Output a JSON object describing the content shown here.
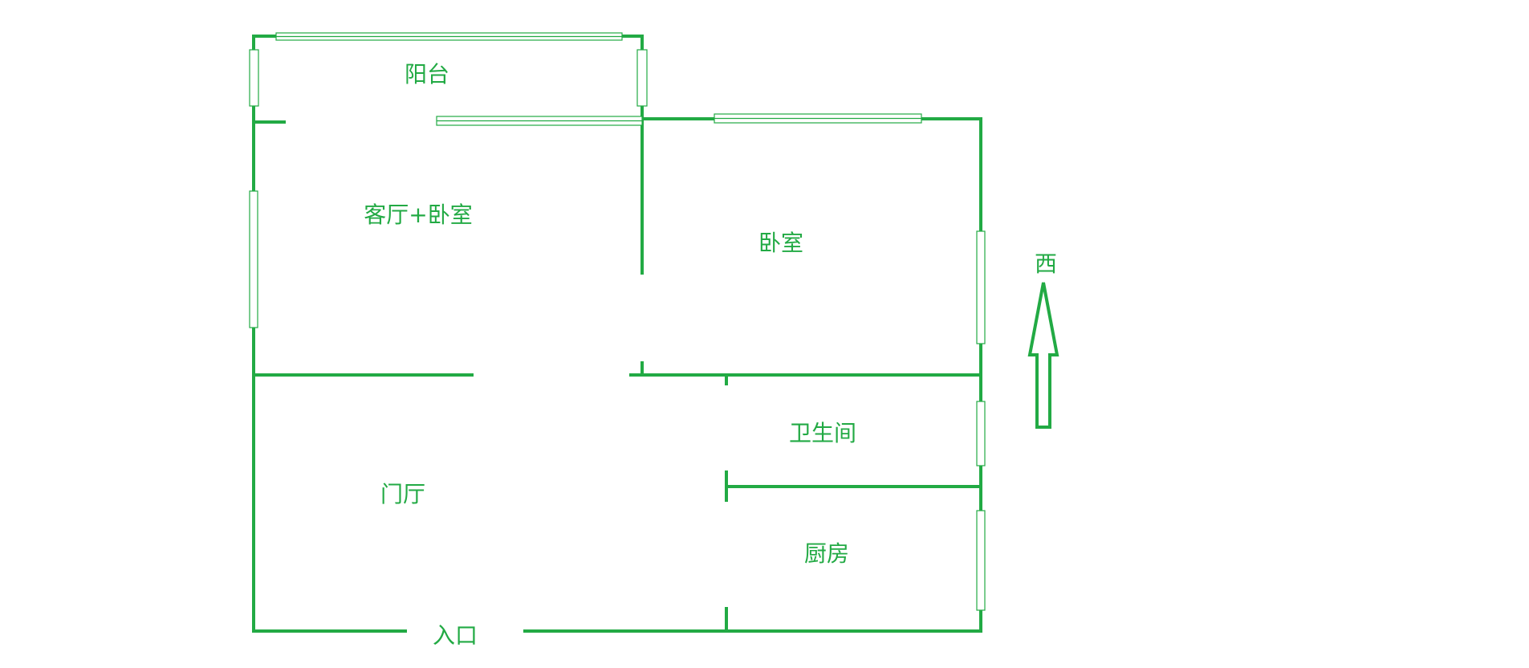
{
  "colors": {
    "wall": "#22aa44",
    "text": "#22aa44",
    "background": "#ffffff"
  },
  "rooms": {
    "balcony": "阳台",
    "living_bedroom": "客厅+卧室",
    "bedroom": "卧室",
    "bathroom": "卫生间",
    "foyer": "门厅",
    "kitchen": "厨房",
    "entrance": "入口"
  },
  "compass": {
    "direction": "西",
    "icon": "up-arrow-icon"
  }
}
